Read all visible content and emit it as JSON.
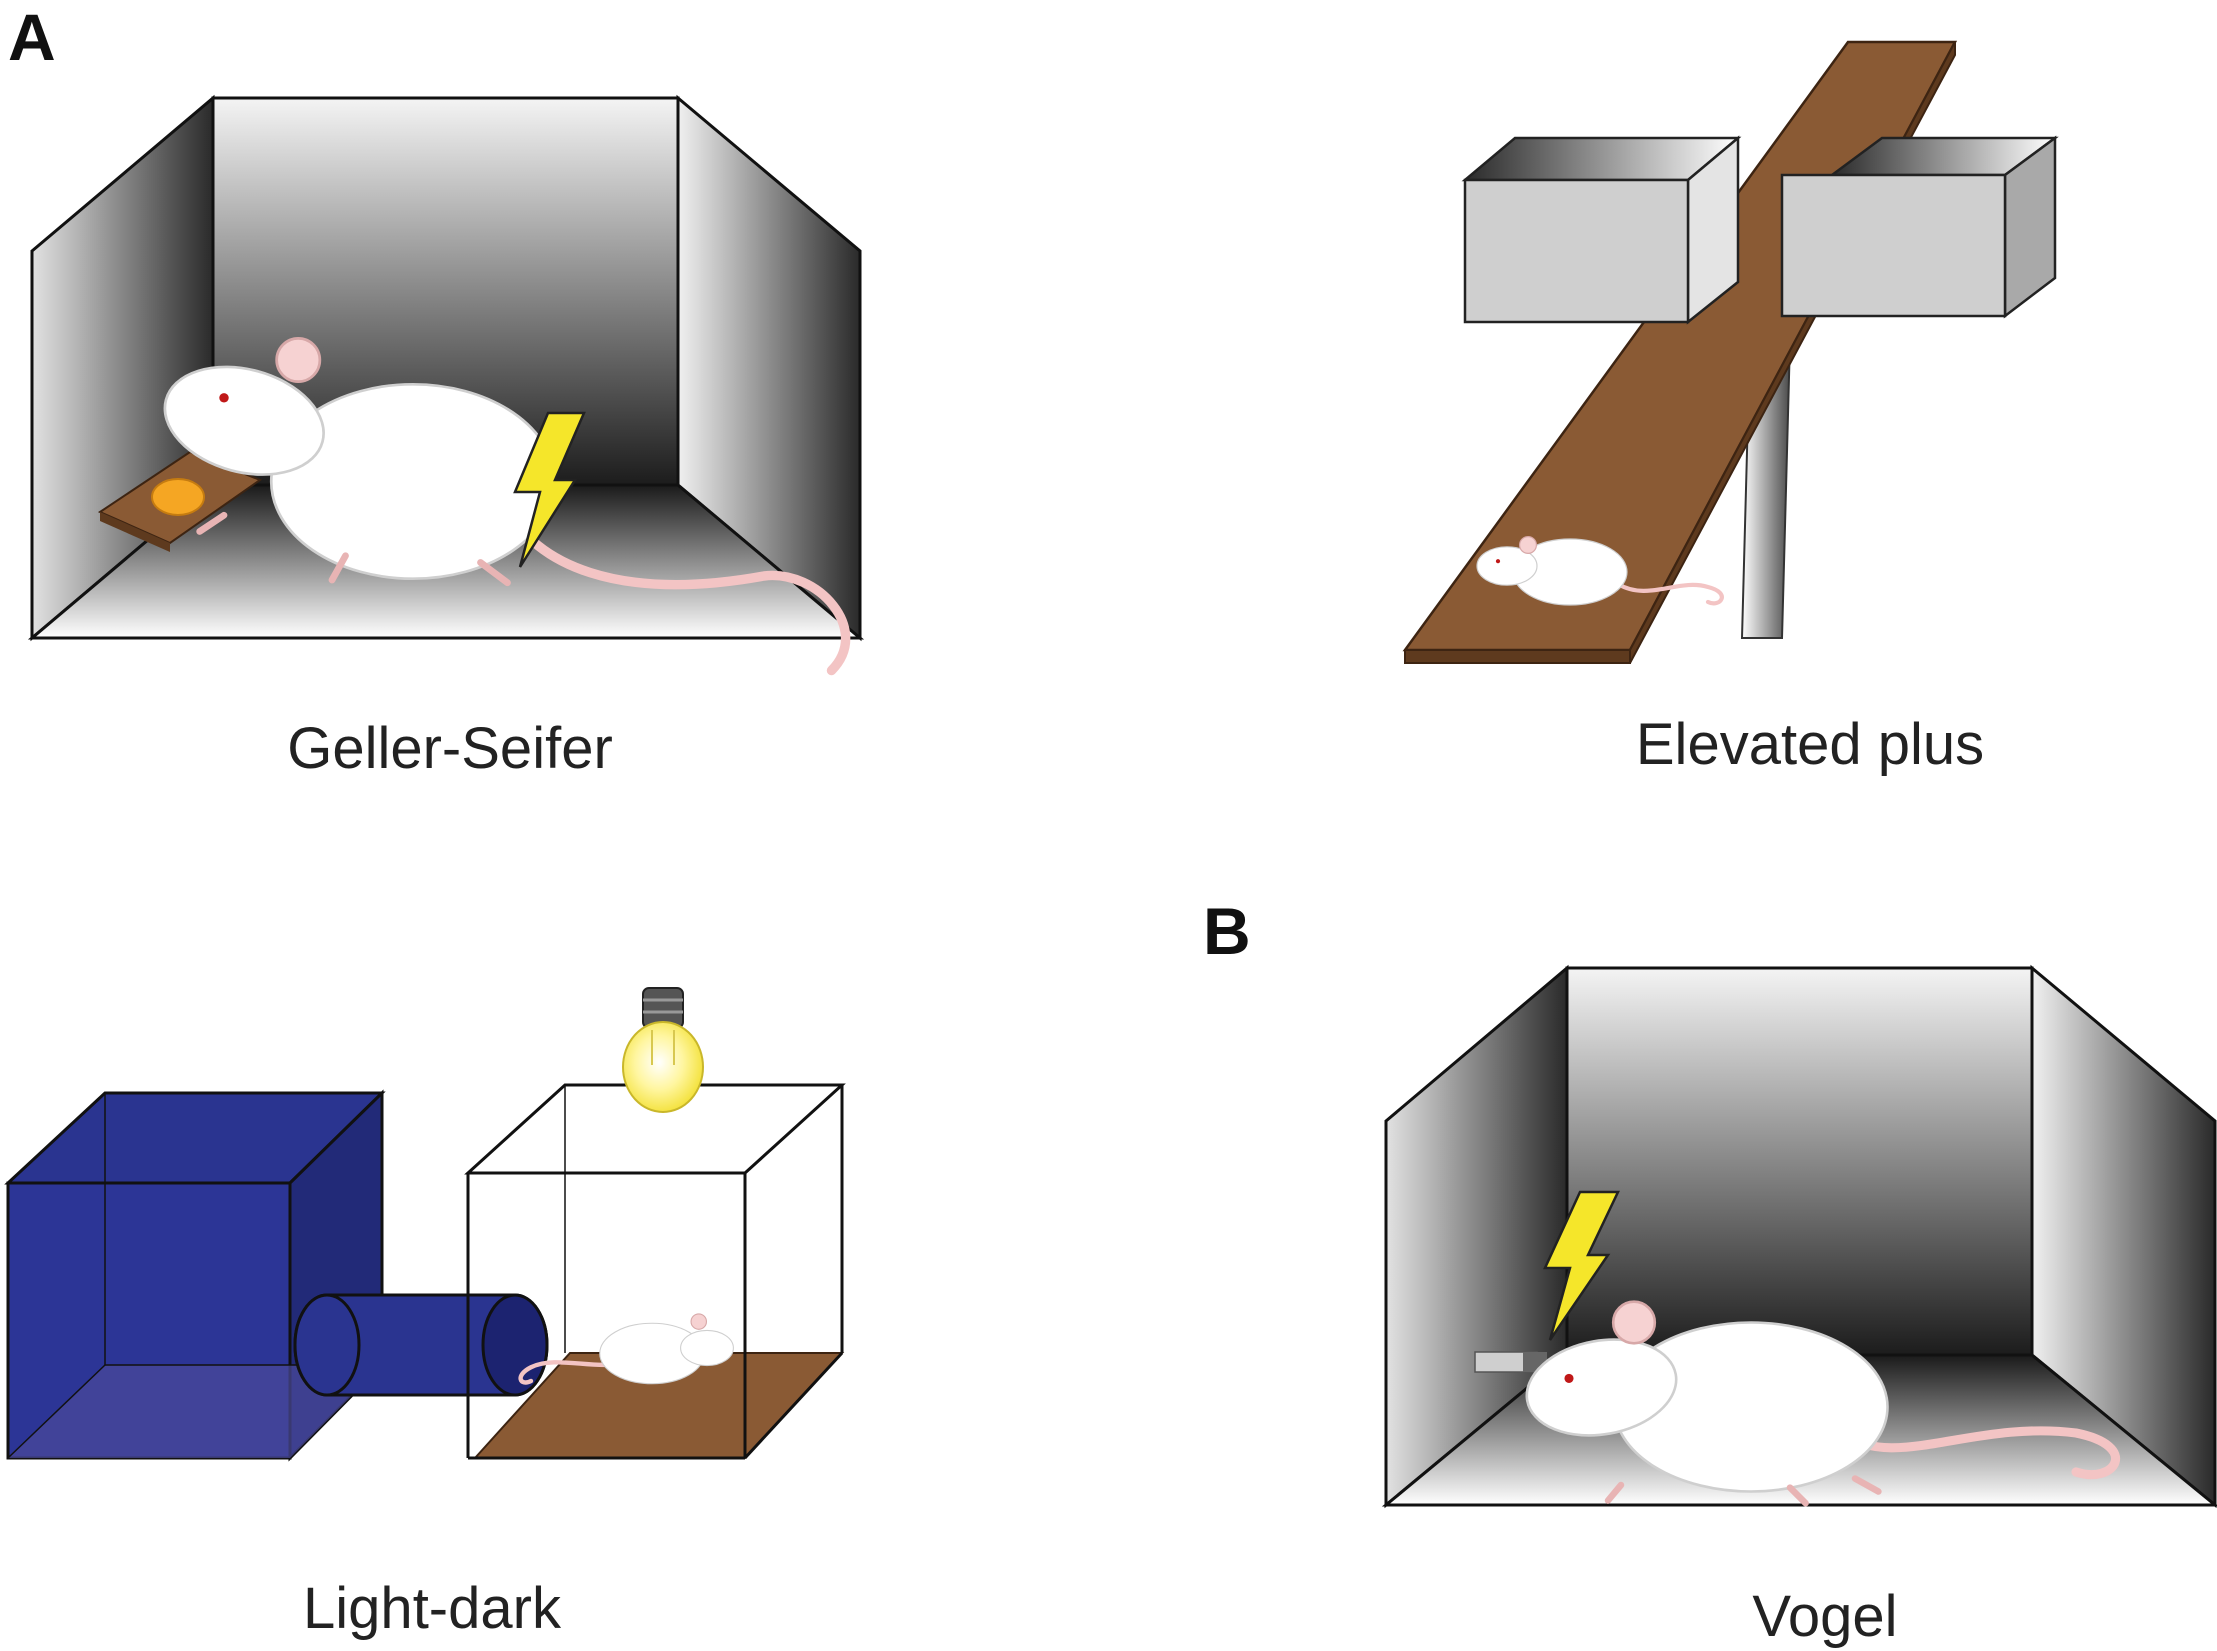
{
  "panels": {
    "a": {
      "letter": "A"
    },
    "b": {
      "letter": "B"
    }
  },
  "captions": {
    "geller_seifer": "Geller-Seifer",
    "elevated_plus": "Elevated plus",
    "light_dark": "Light-dark",
    "vogel": "Vogel"
  },
  "colors": {
    "wood": "#8a5a34",
    "wood_dark": "#5e3a1e",
    "dark_box": "#2a3490",
    "shock": "#f5e62a",
    "bulb": "#fff27a",
    "mouse": "#ffffff",
    "tail": "#f3c4c4",
    "gray_box": "#cfcfcf"
  }
}
